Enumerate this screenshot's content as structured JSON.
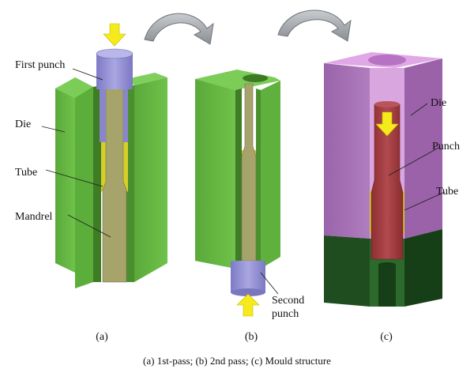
{
  "labels": {
    "first_punch": "First punch",
    "die_a": "Die",
    "tube_a": "Tube",
    "mandrel": "Mandrel",
    "second_punch_line1": "Second",
    "second_punch_line2": "punch",
    "die_c": "Die",
    "punch_c": "Punch",
    "tube_c": "Tube"
  },
  "panel_labels": [
    "(a)",
    "(b)",
    "(c)"
  ],
  "caption": "(a) 1st-pass; (b) 2nd pass; (c) Mould structure",
  "colors": {
    "die_green": "#63b640",
    "die_green_dark": "#4e9a2e",
    "tube_yellow": "#d6cf2a",
    "mandrel_khaki": "#a6a36b",
    "punch_blue": "#8e8ad0",
    "mould_violet": "#a56fb4",
    "mould_violet_light": "#cf98d8",
    "punch_red": "#9d3a3e",
    "base_green": "#1f4d1f",
    "arrow_yellow": "#f4ea1c",
    "curve_arrow_gray": "#9a9ea4"
  },
  "icons": [
    "down-arrow-icon",
    "up-arrow-icon",
    "curved-arrow-icon"
  ]
}
